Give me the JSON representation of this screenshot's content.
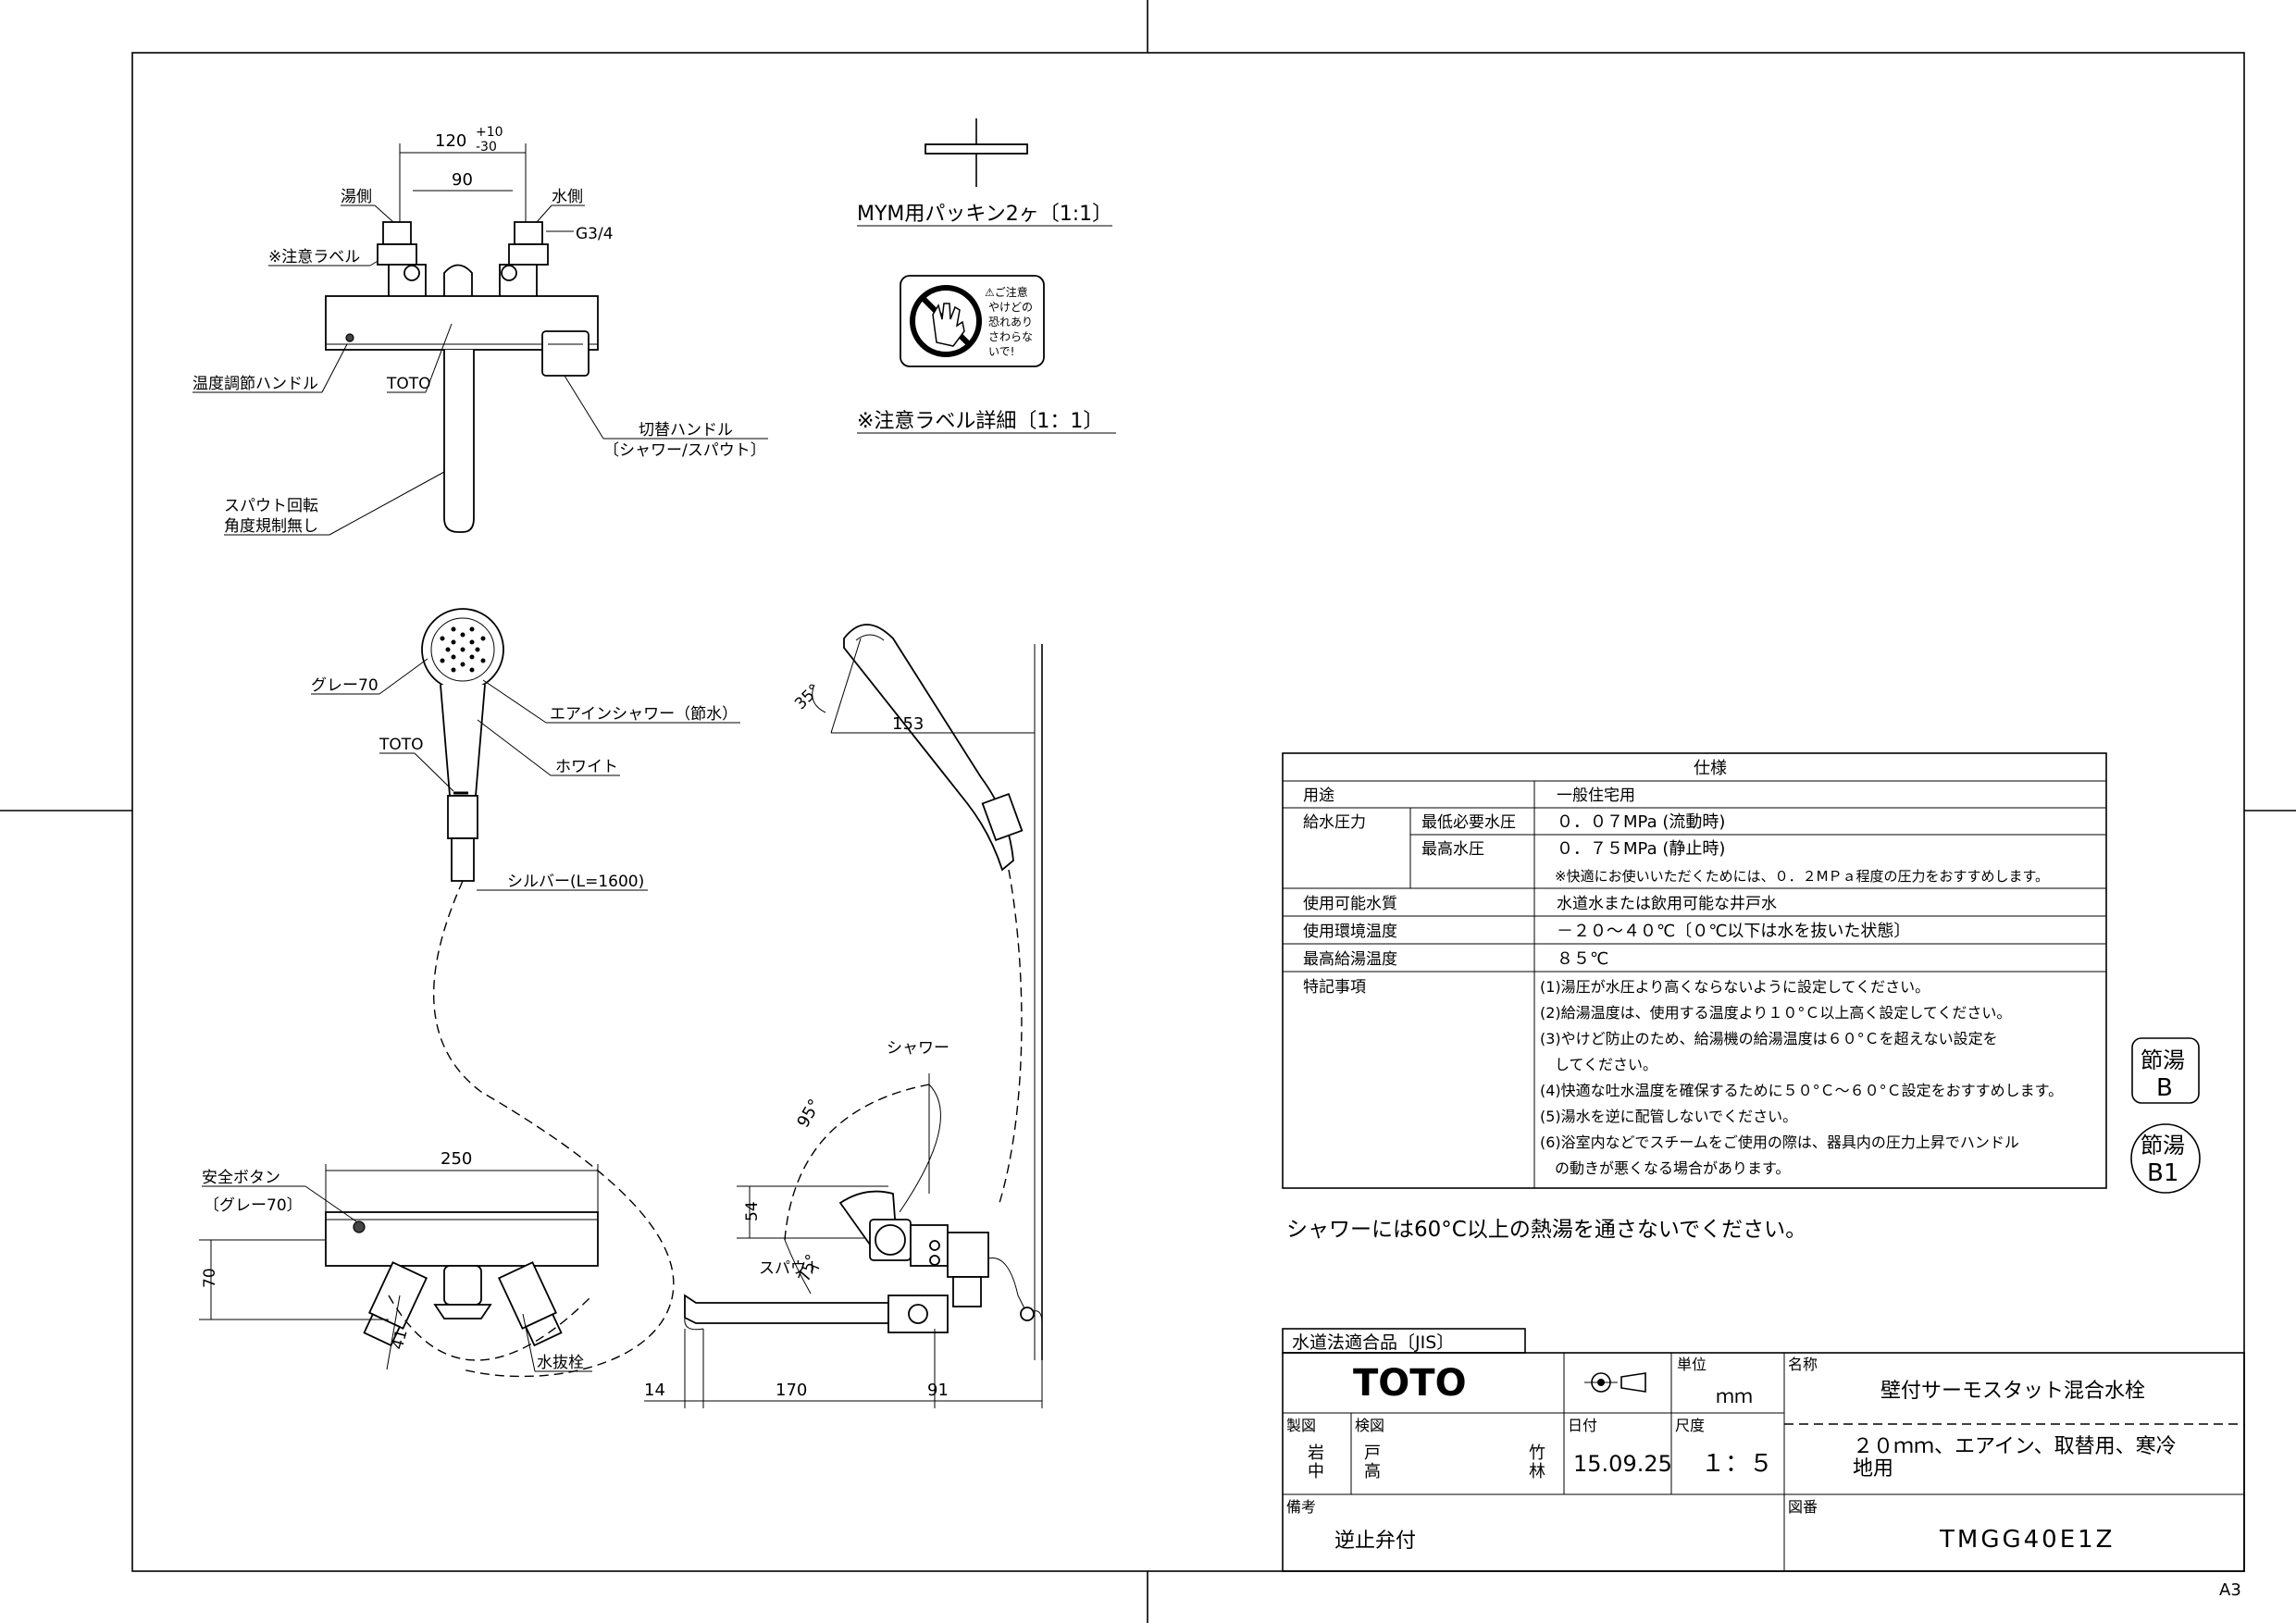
{
  "front_view": {
    "dim_total": "120",
    "dim_tol_plus": "+10",
    "dim_tol_minus": "-30",
    "dim_center": "90",
    "hot_side": "湯側",
    "cold_side": "水側",
    "thread": "G3/4",
    "caution_label": "※注意ラベル",
    "temp_handle": "温度調節ハンドル",
    "brand_mark": "TOTO",
    "switch_handle": "切替ハンドル",
    "switch_handle_sub": "〔シャワー/スパウト〕",
    "spout_rotation_1": "スパウト回転",
    "spout_rotation_2": "角度規制無し"
  },
  "packing": {
    "title": "MYM用パッキン2ヶ〔1:1〕"
  },
  "caution_detail": {
    "title": "※注意ラベル詳細〔1：1〕",
    "label_lines": [
      "⚠ご注意",
      "やけどの",
      "恐れあり",
      "さわらな",
      "いで!"
    ]
  },
  "shower_head": {
    "color": "グレー70",
    "type": "エアインシャワー（節水）",
    "brand": "TOTO",
    "accent": "ホワイト",
    "hose": "シルバー(L=1600)"
  },
  "side_view": {
    "angle_head": "35°",
    "dim_head": "153",
    "shower_label": "シャワー",
    "angle_shower": "95°",
    "spout_label": "スパウト",
    "angle_spout": "75°",
    "dim_54": "54",
    "dim_14": "14",
    "dim_170": "170",
    "dim_91": "91"
  },
  "bottom_view": {
    "dim_250": "250",
    "safety_button": "安全ボタン",
    "safety_color": "〔グレー70〕",
    "dim_70": "70",
    "dim_41": "41",
    "drain_plug": "水抜栓"
  },
  "spec": {
    "title": "仕様",
    "rows": [
      {
        "label": "用途",
        "sub": "",
        "value": "一般住宅用"
      },
      {
        "label": "給水圧力",
        "sub": "最低必要水圧",
        "value": "０．０７MPa (流動時)"
      },
      {
        "label": "",
        "sub": "最高水圧",
        "value": "０．７５MPa (静止時)"
      },
      {
        "label": "",
        "sub": "",
        "value": "※快適にお使いいただくためには、０．２MＰａ程度の圧力をおすすめします。"
      },
      {
        "label": "使用可能水質",
        "sub": "",
        "value": "水道水または飲用可能な井戸水"
      },
      {
        "label": "使用環境温度",
        "sub": "",
        "value": "－２０～４０℃〔０℃以下は水を抜いた状態〕"
      },
      {
        "label": "最高給湯温度",
        "sub": "",
        "value": "８５℃"
      }
    ],
    "notes_label": "特記事項",
    "notes": [
      "(1)湯圧が水圧より高くならないように設定してください。",
      "(2)給湯温度は、使用する温度より１０°Ｃ以上高く設定してください。",
      "(3)やけど防止のため、給湯機の給湯温度は６０°Ｃを超えない設定を",
      "　してください。",
      "(4)快適な吐水温度を確保するために５０°Ｃ～６０°Ｃ設定をおすすめします。",
      "(5)湯水を逆に配管しないでください。",
      "(6)浴室内などでスチームをご使用の際は、器具内の圧力上昇でハンドル",
      "　の動きが悪くなる場合があります。"
    ]
  },
  "badges": {
    "setsuyu_b_top": "節湯",
    "setsuyu_b_bottom": "B",
    "setsuyu_b1_top": "節湯",
    "setsuyu_b1_bottom": "B1"
  },
  "warning": "シャワーには60°C以上の熱湯を通さないでください。",
  "title_block": {
    "jis": "水道法適合品〔JIS〕",
    "company": "TOTO",
    "unit_label": "単位",
    "unit": "ｍｍ",
    "name_label": "名称",
    "name": "壁付サーモスタット混合水栓",
    "drawn_label": "製図",
    "drawn_1": "岩",
    "drawn_2": "中",
    "checked_label": "検図",
    "checked_1": "戸",
    "checked_2": "高",
    "checked_3": "竹",
    "checked_4": "林",
    "date_label": "日付",
    "date": "15.09.25",
    "scale_label": "尺度",
    "scale": "１：５",
    "desc_1": "２０ｍｍ、エアイン、取替用、寒冷",
    "desc_2": "地用",
    "remarks_label": "備考",
    "remarks": "逆止弁付",
    "drawing_no_label": "図番",
    "drawing_no": "TMGG40E1Z"
  },
  "sheet_size": "A3"
}
